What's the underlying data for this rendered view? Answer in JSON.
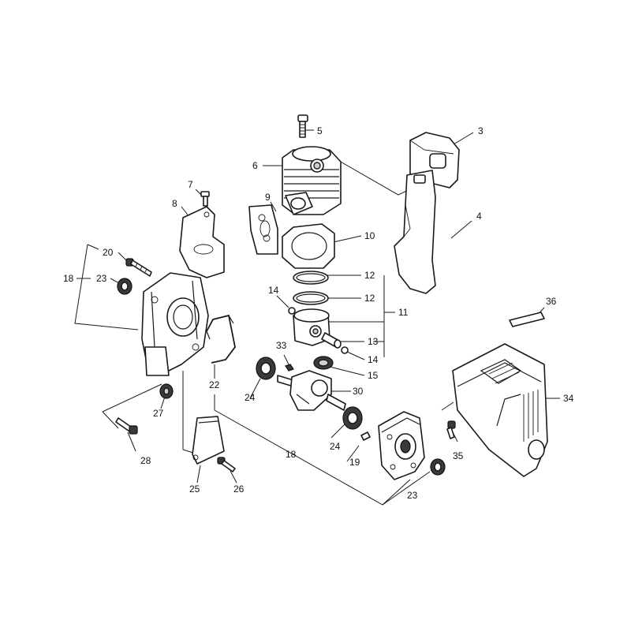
{
  "callouts": {
    "p3": "3",
    "p4": "4",
    "p5": "5",
    "p6": "6",
    "p7": "7",
    "p8": "8",
    "p9": "9",
    "p10": "10",
    "p11": "11",
    "p12a": "12",
    "p12b": "12",
    "p13": "13",
    "p14a": "14",
    "p14b": "14",
    "p15": "15",
    "p18a": "18",
    "p18b": "18",
    "p19": "19",
    "p20": "20",
    "p22": "22",
    "p23a": "23",
    "p23b": "23",
    "p24a": "24",
    "p24b": "24",
    "p25": "25",
    "p26": "26",
    "p27": "27",
    "p28": "28",
    "p30": "30",
    "p33": "33",
    "p34": "34",
    "p35": "35",
    "p36": "36"
  }
}
